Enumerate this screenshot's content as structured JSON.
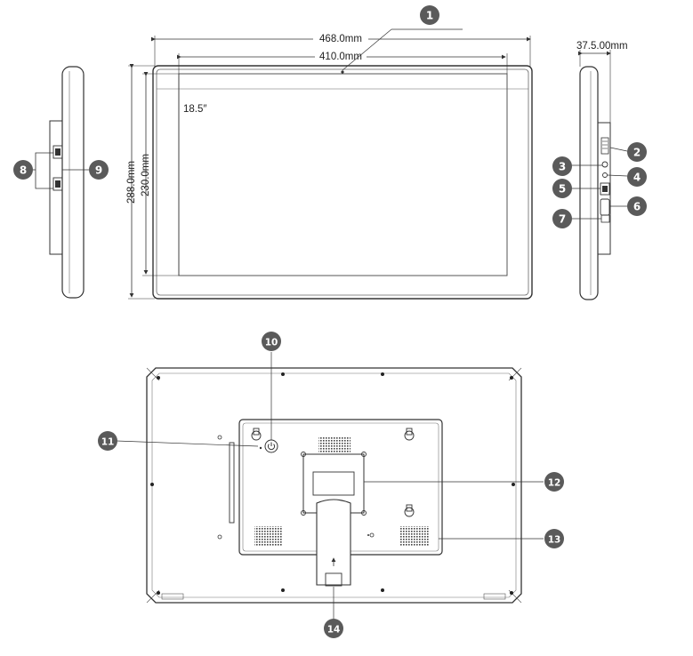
{
  "dimensions": {
    "outer_width": "468.0mm",
    "screen_width": "410.0mm",
    "outer_height": "288.0mm",
    "screen_height": "230.0mm",
    "diagonal": "18.5″",
    "depth": "37.5.00mm"
  },
  "callouts": {
    "c1": "1",
    "c2": "2",
    "c3": "3",
    "c4": "4",
    "c5": "5",
    "c6": "6",
    "c7": "7",
    "c8": "8",
    "c9": "9",
    "c10": "10",
    "c11": "11",
    "c12": "12",
    "c13": "13",
    "c14": "14"
  },
  "colors": {
    "line": "#333333",
    "callout_fill": "#5a5a5a",
    "callout_text": "#ffffff"
  }
}
